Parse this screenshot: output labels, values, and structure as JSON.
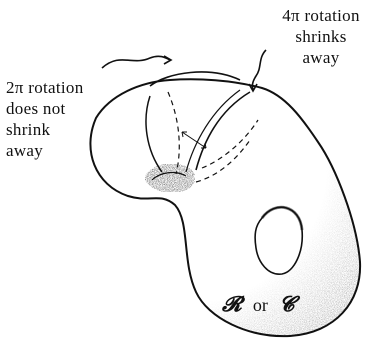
{
  "labels": {
    "rotation_2pi": "2π rotation\ndoes not\nshrink\naway",
    "rotation_4pi": "4π rotation\nshrinks\naway",
    "space_R": "𝓡",
    "space_or": "or",
    "space_C": "𝓒"
  },
  "colors": {
    "ink": "#111111",
    "paper": "#ffffff"
  }
}
